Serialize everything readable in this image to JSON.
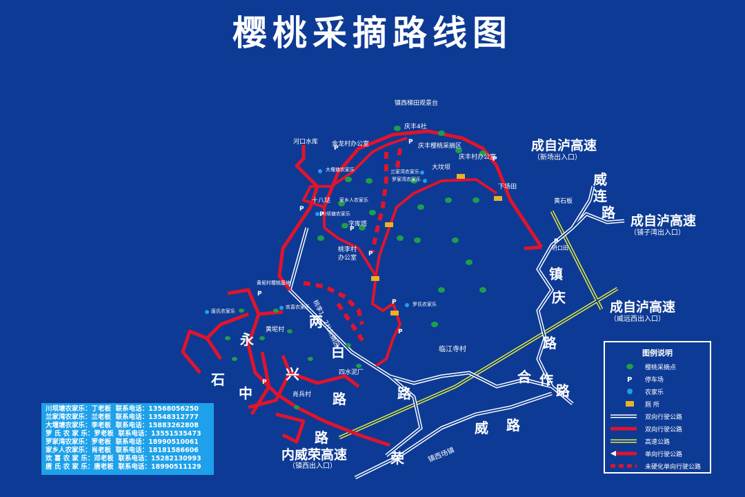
{
  "title": "樱桃采摘路线图",
  "places": {
    "zhenxi_viewpoint": "镇西梯田观景台",
    "qingfeng4": "庆丰4社",
    "jinlong_office": "金龙村办公室",
    "qingfeng_cherry": "庆丰樱桃采摘区",
    "qingfeng_office": "庆丰村办公室",
    "hekou": "河口水库",
    "dayantang_nj": "大堰塘农家乐",
    "lanjiawan_nj": "兰家湾农家乐",
    "luojiawan_nj": "罗家湾农家乐",
    "dafenba": "大坟坝",
    "xiachangtian": "下场田",
    "shibadu": "十八垯",
    "jiaxiangren_nj": "家乡人农家乐",
    "chuanbatang_nj": "川坝塘农家乐",
    "zikuta": "字库塔",
    "taoli_office": "桃李村\n办公室",
    "huangshibai": "黄石板",
    "tankoutian": "坍口田",
    "huangtancun_base": "黄坭村樱桃基地",
    "huanxi_nj": "欢喜农家乐",
    "tangshi_nj": "唐氏农家乐",
    "luoshi_nj": "罗氏农家乐",
    "huangtancun": "黄坭村",
    "taoli_area": "桃李1、2社采摘区",
    "linjiangsi": "临江寺村",
    "sishui": "四水泥厂",
    "xiaobingcun": "肖兵村",
    "zhenxichang": "镇西场镇"
  },
  "roads": {
    "chengzilu_xinchang": "成自泸高速",
    "chengzilu_xinchang_exit": "（新场出入口）",
    "chengzilu_puzi": "成自泸高速",
    "chengzilu_puzi_exit": "（铺子湾出入口）",
    "chengzilu_weiyuan": "成自泸高速",
    "chengzilu_weiyuan_exit": "（威远西出入口）",
    "neiweirong": "内威荣高速",
    "neiweirong_exit": "（镇西出入口）",
    "weilian": [
      "威",
      "连",
      "路"
    ],
    "zhenqing": [
      "镇",
      "庆",
      "路"
    ],
    "hezuo": [
      "合",
      "作",
      "路"
    ],
    "weilu": [
      "威",
      "路"
    ],
    "liangbai": [
      "两",
      "白",
      "路"
    ],
    "yongxing": [
      "永",
      "兴",
      "路"
    ],
    "shizhong": [
      "石",
      "中",
      "路"
    ],
    "rong": "荣"
  },
  "contacts": [
    {
      "place": "川坝塘农家乐：丁老板",
      "phone": "联系电话：13568056250"
    },
    {
      "place": "兰家湾农家乐：兰老板",
      "phone": "联系电话：13548312777"
    },
    {
      "place": "大堰塘农家乐：李老板",
      "phone": "联系电话：15883262808"
    },
    {
      "place": "罗 氏 农 家 乐：罗老板",
      "phone": "联系电话：13551535473"
    },
    {
      "place": "罗家湾农家乐：罗老板",
      "phone": "联系电话：18990510061"
    },
    {
      "place": "家乡人农家乐：肖老板",
      "phone": "联系电话：18181586606"
    },
    {
      "place": "欢 喜 农 家 乐：邓老板",
      "phone": "联系电话：15282130993"
    },
    {
      "place": "唐 氏 农 家 乐：唐老板",
      "phone": "联系电话：18990511129"
    }
  ],
  "legend": {
    "title": "图例说明",
    "items": [
      {
        "symbol": "dot",
        "label": "樱桃采摘点"
      },
      {
        "symbol": "parking",
        "label": "停车场"
      },
      {
        "symbol": "farm",
        "label": "农家乐"
      },
      {
        "symbol": "wc",
        "label": "厕  所"
      },
      {
        "symbol": "white",
        "label": "双向行驶公路"
      },
      {
        "symbol": "red",
        "label": "双向行驶公路"
      },
      {
        "symbol": "yellow",
        "label": "高速公路"
      },
      {
        "symbol": "oneway",
        "label": "单向行驶公路"
      },
      {
        "symbol": "dashed",
        "label": "未硬化单向行驶公路"
      }
    ]
  },
  "icons": {
    "parking": "P",
    "wc": "WC"
  },
  "colors": {
    "background": "#0d3a94",
    "red_road": "#e0142c",
    "yellow_road": "#e6ec3a",
    "dot": "#1f9d4d",
    "contact_box": "#1ea0ea"
  }
}
